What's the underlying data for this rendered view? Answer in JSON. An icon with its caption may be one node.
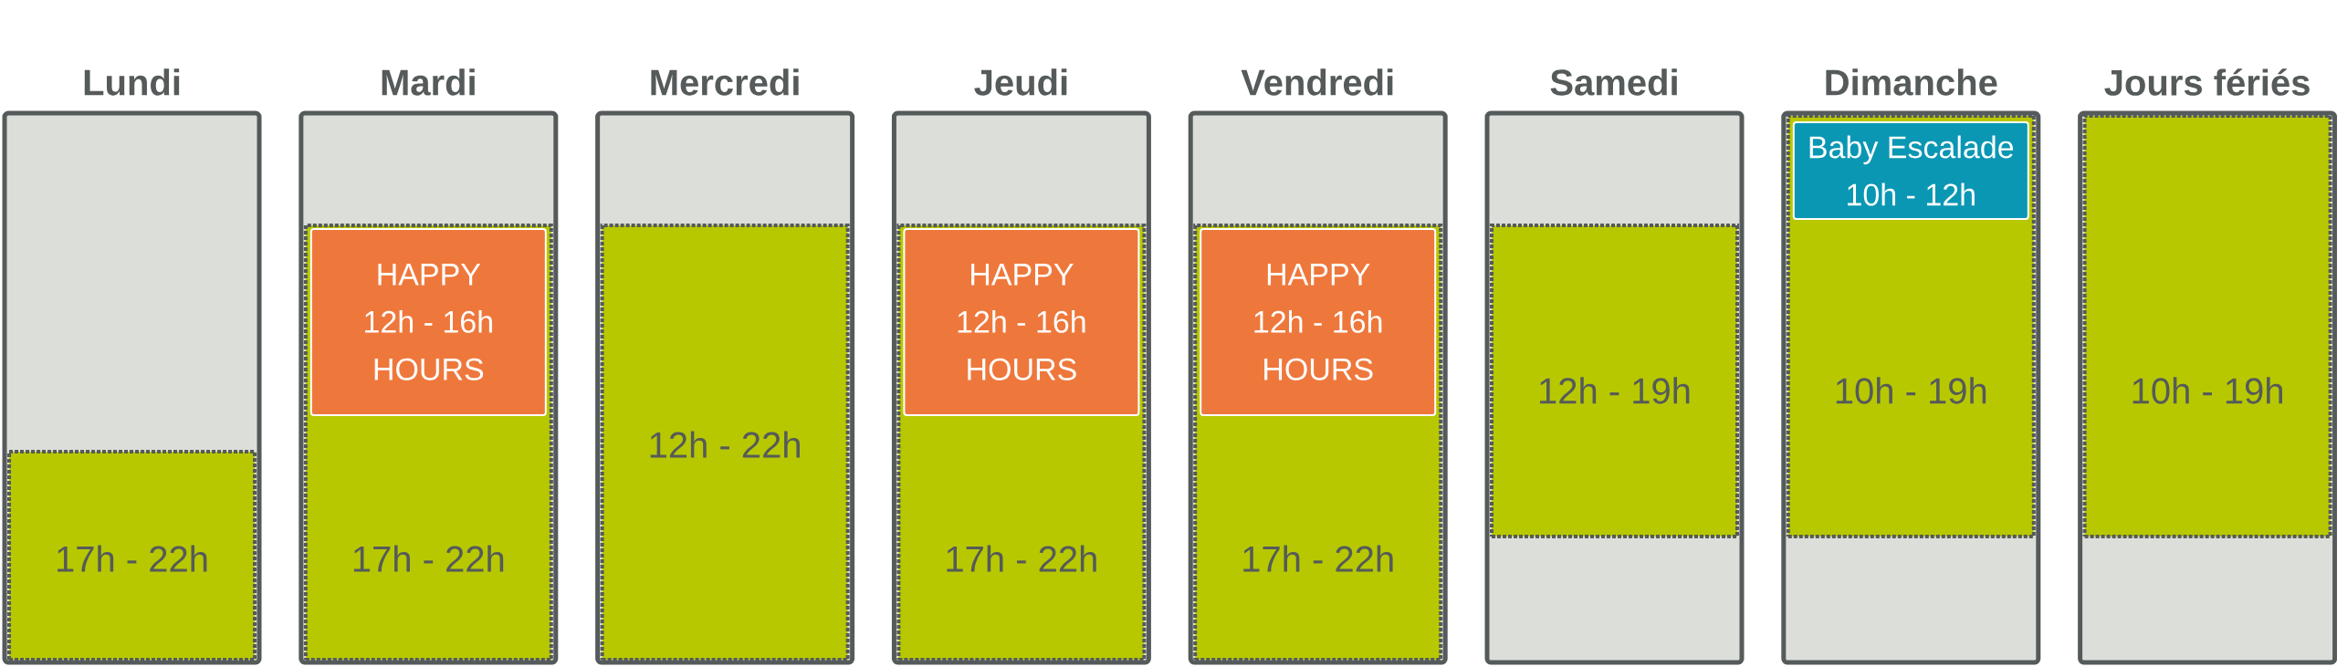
{
  "diagram": {
    "nodes": [
      {
        "text": [
          "Lundi"
        ]
      },
      {
        "text": [
          "17h - 22h"
        ],
        "in": 0
      },
      {
        "text": [
          "Mardi"
        ]
      },
      {
        "text": [
          "17h - 22h"
        ],
        "in": 2
      },
      {
        "text": [
          "HAPPY",
          "12h - 16h",
          "HOURS"
        ],
        "in": 3
      },
      {
        "text": [
          "Mercredi"
        ]
      },
      {
        "text": [
          "12h - 22h"
        ],
        "in": 5
      },
      {
        "text": [
          "Jeudi"
        ]
      },
      {
        "text": [
          "17h - 22h"
        ],
        "in": 7
      },
      {
        "text": [
          "HAPPY",
          "12h - 16h",
          "HOURS"
        ],
        "in": 8
      },
      {
        "text": [
          "Vendredi"
        ]
      },
      {
        "text": [
          "17h - 22h"
        ],
        "in": 10
      },
      {
        "text": [
          "HAPPY",
          "12h - 16h",
          "HOURS"
        ],
        "in": 11
      },
      {
        "text": [
          "Samedi"
        ]
      },
      {
        "text": [
          "12h - 19h"
        ],
        "in": 13
      },
      {
        "text": [
          "Dimanche"
        ]
      },
      {
        "text": [
          "10h - 19h"
        ],
        "in": 15
      },
      {
        "text": [
          "Baby Escalade",
          "10h - 12h"
        ],
        "in": 16
      },
      {
        "text": [
          "Jours fériés"
        ]
      },
      {
        "text": [
          "10h - 19h"
        ],
        "in": 18
      }
    ]
  }
}
